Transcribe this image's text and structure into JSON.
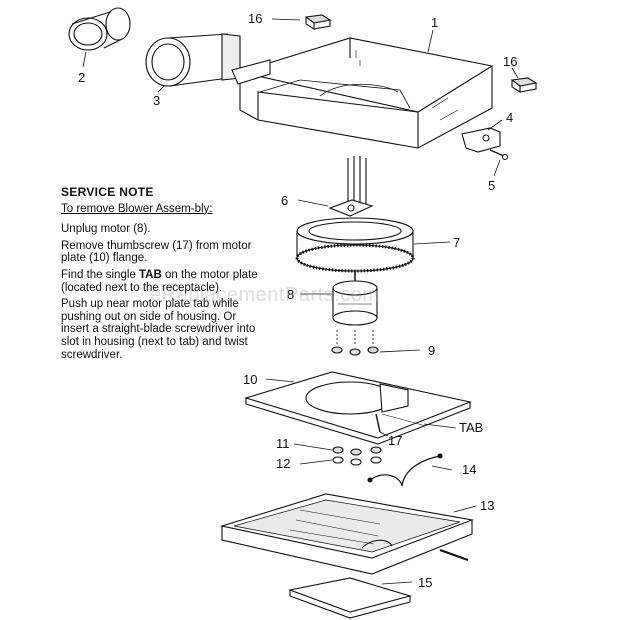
{
  "callouts": {
    "c1": "1",
    "c2": "2",
    "c3": "3",
    "c4": "4",
    "c5": "5",
    "c6": "6",
    "c7": "7",
    "c8": "8",
    "c9": "9",
    "c10": "10",
    "c11": "11",
    "c12": "12",
    "c13": "13",
    "c14": "14",
    "c15": "15",
    "c16a": "16",
    "c16b": "16",
    "c17": "17",
    "tab": "TAB"
  },
  "service_note": {
    "title": "SERVICE NOTE",
    "subtitle": "To remove Blower Assem-bly:",
    "step1": "Unplug motor (8).",
    "step2": "Remove thumbscrew (17) from motor plate (10) flange.",
    "step3_before": "Find the single ",
    "step3_bold": "TAB",
    "step3_after": " on the motor plate (located next to the receptacle).",
    "step4": "Push up near motor plate tab while pushing out on side of housing. Or insert a straight-blade screwdriver into slot in housing (next to tab) and twist screwdriver."
  },
  "watermark": "eReplacementParts.com",
  "colors": {
    "line": "#111111",
    "fill": "#ffffff",
    "shade": "#cfcfcf"
  }
}
